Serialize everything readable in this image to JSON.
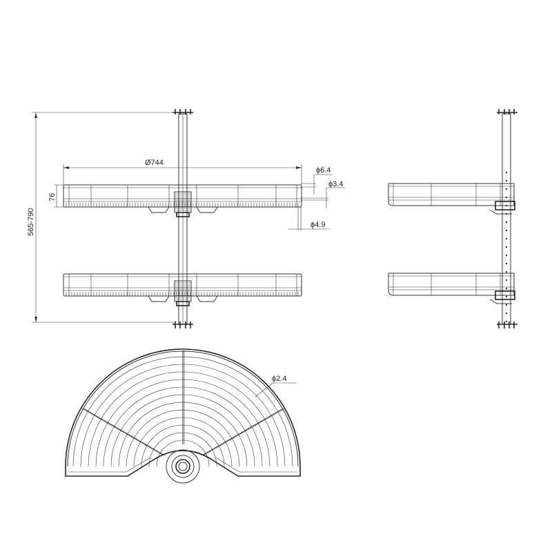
{
  "dimensions": {
    "diameter": "Ø744",
    "basket_height": "76",
    "height_range": "565-790",
    "dia_6_4": "ϕ6.4",
    "dia_3_4": "ϕ3.4",
    "dia_4_9": "ϕ4.9",
    "dia_2_4": "ϕ2.4"
  },
  "colors": {
    "line": "#333333",
    "background": "#ffffff"
  }
}
